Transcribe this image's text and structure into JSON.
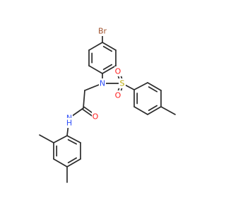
{
  "structure": {
    "atoms": [
      {
        "id": "br",
        "label": "Br",
        "color": "#a0522d",
        "icon": "bromine-atom"
      },
      {
        "id": "n1",
        "label": "N",
        "color": "#3050f8",
        "icon": "nitrogen-atom"
      },
      {
        "id": "s",
        "label": "S",
        "color": "#b8a800",
        "icon": "sulfur-atom"
      },
      {
        "id": "o1",
        "label": "O",
        "color": "#ff2020",
        "icon": "oxygen-atom"
      },
      {
        "id": "o2",
        "label": "O",
        "color": "#ff2020",
        "icon": "oxygen-atom"
      },
      {
        "id": "o3",
        "label": "O",
        "color": "#ff2020",
        "icon": "oxygen-atom"
      },
      {
        "id": "nh",
        "label": "N",
        "color": "#3050f8",
        "icon": "nitrogen-atom"
      },
      {
        "id": "h",
        "label": "H",
        "color": "#3050f8",
        "icon": "hydrogen-atom"
      }
    ],
    "bond_color": "#2b2b2b"
  }
}
